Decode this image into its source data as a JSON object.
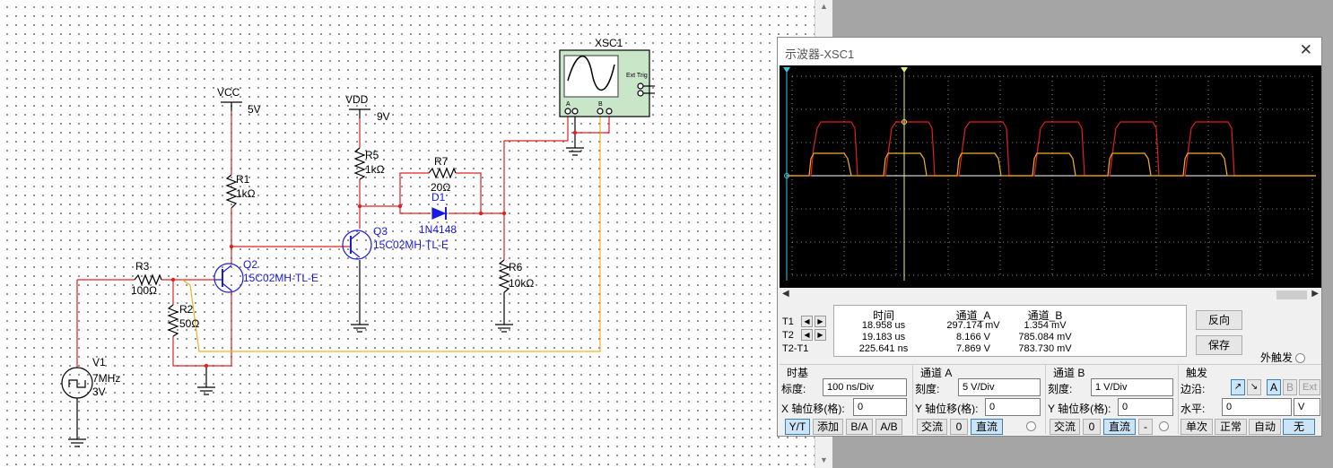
{
  "schematic": {
    "vcc_label": "VCC",
    "vcc_value": "5V",
    "vdd_label": "VDD",
    "vdd_value": "9V",
    "r1": {
      "name": "R1",
      "value": "1kΩ"
    },
    "r2": {
      "name": "R2",
      "value": "50Ω"
    },
    "r3": {
      "name": "R3",
      "value": "100Ω"
    },
    "r5": {
      "name": "R5",
      "value": "1kΩ"
    },
    "r6": {
      "name": "R6",
      "value": "10kΩ"
    },
    "r7": {
      "name": "R7",
      "value": "20Ω"
    },
    "d1": {
      "name": "D1",
      "value": "1N4148"
    },
    "q2": {
      "name": "Q2",
      "value": "15C02MH-TL-E"
    },
    "q3": {
      "name": "Q3",
      "value": "15C02MH-TL-E"
    },
    "v1": {
      "name": "V1",
      "freq": "7MHz",
      "amp": "3V"
    },
    "xsc": {
      "name": "XSC1",
      "ext_trig": "Ext Trig",
      "a": "A",
      "b": "B"
    },
    "colors": {
      "wire_red": "#e02020",
      "wire_orange": "#f0b020",
      "wire_black": "#000000",
      "component_blue": "#1a1ae0"
    }
  },
  "scope": {
    "title": "示波器-XSC1",
    "close_glyph": "✕",
    "readout": {
      "headers": {
        "time": "时间",
        "ch_a": "通道_A",
        "ch_b": "通道_B"
      },
      "rows": [
        {
          "label": "T1",
          "time": "18.958 us",
          "a": "297.174 mV",
          "b": "1.354 mV"
        },
        {
          "label": "T2",
          "time": "19.183 us",
          "a": "8.166 V",
          "b": "785.084 mV"
        },
        {
          "label": "T2-T1",
          "time": "225.641 ns",
          "a": "7.869 V",
          "b": "783.730 mV"
        }
      ]
    },
    "buttons": {
      "reverse": "反向",
      "save": "保存",
      "ext_trigger": "外触发"
    },
    "timebase": {
      "title": "时基",
      "scale_label": "标度:",
      "scale_value": "100 ns/Div",
      "xpos_label": "X 轴位移(格):",
      "xpos_value": "0",
      "modes": [
        "Y/T",
        "添加",
        "B/A",
        "A/B"
      ]
    },
    "channel_a": {
      "title": "通道 A",
      "scale_label": "刻度:",
      "scale_value": "5  V/Div",
      "ypos_label": "Y 轴位移(格):",
      "ypos_value": "0",
      "coupling": [
        "交流",
        "0",
        "直流"
      ]
    },
    "channel_b": {
      "title": "通道 B",
      "scale_label": "刻度:",
      "scale_value": "1  V/Div",
      "ypos_label": "Y 轴位移(格):",
      "ypos_value": "0",
      "coupling": [
        "交流",
        "0",
        "直流",
        "-"
      ]
    },
    "trigger": {
      "title": "触发",
      "edge_label": "边沿:",
      "sources": [
        "A",
        "B",
        "Ext"
      ],
      "level_label": "水平:",
      "level_value": "0",
      "level_unit": "V",
      "modes": [
        "单次",
        "正常",
        "自动",
        "无"
      ]
    },
    "colors": {
      "trace_a": "#e02020",
      "trace_b": "#f0b020",
      "cursor": "#f0f060",
      "background": "#000000"
    }
  }
}
